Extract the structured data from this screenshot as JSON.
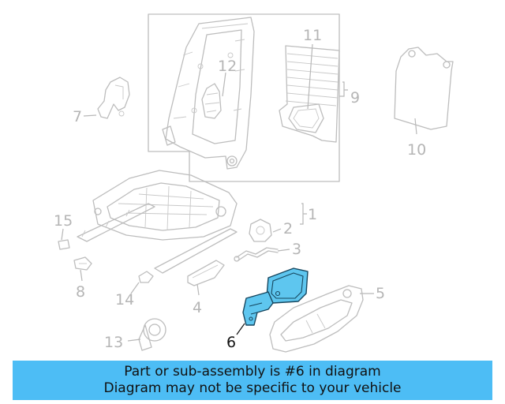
{
  "callouts": {
    "c1": "1",
    "c2": "2",
    "c3": "3",
    "c4": "4",
    "c5": "5",
    "c6": "6",
    "c7": "7",
    "c8": "8",
    "c9": "9",
    "c10": "10",
    "c11": "11",
    "c12": "12",
    "c13": "13",
    "c14": "14",
    "c15": "15"
  },
  "highlighted_part": "6",
  "colors": {
    "highlight_fill": "#5ec6ef",
    "banner_background": "#4dbdf5",
    "outline": "#bdbdbd"
  },
  "banner": {
    "line1": "Part or sub-assembly is #6 in diagram",
    "line2": "Diagram may not be specific to your vehicle"
  }
}
